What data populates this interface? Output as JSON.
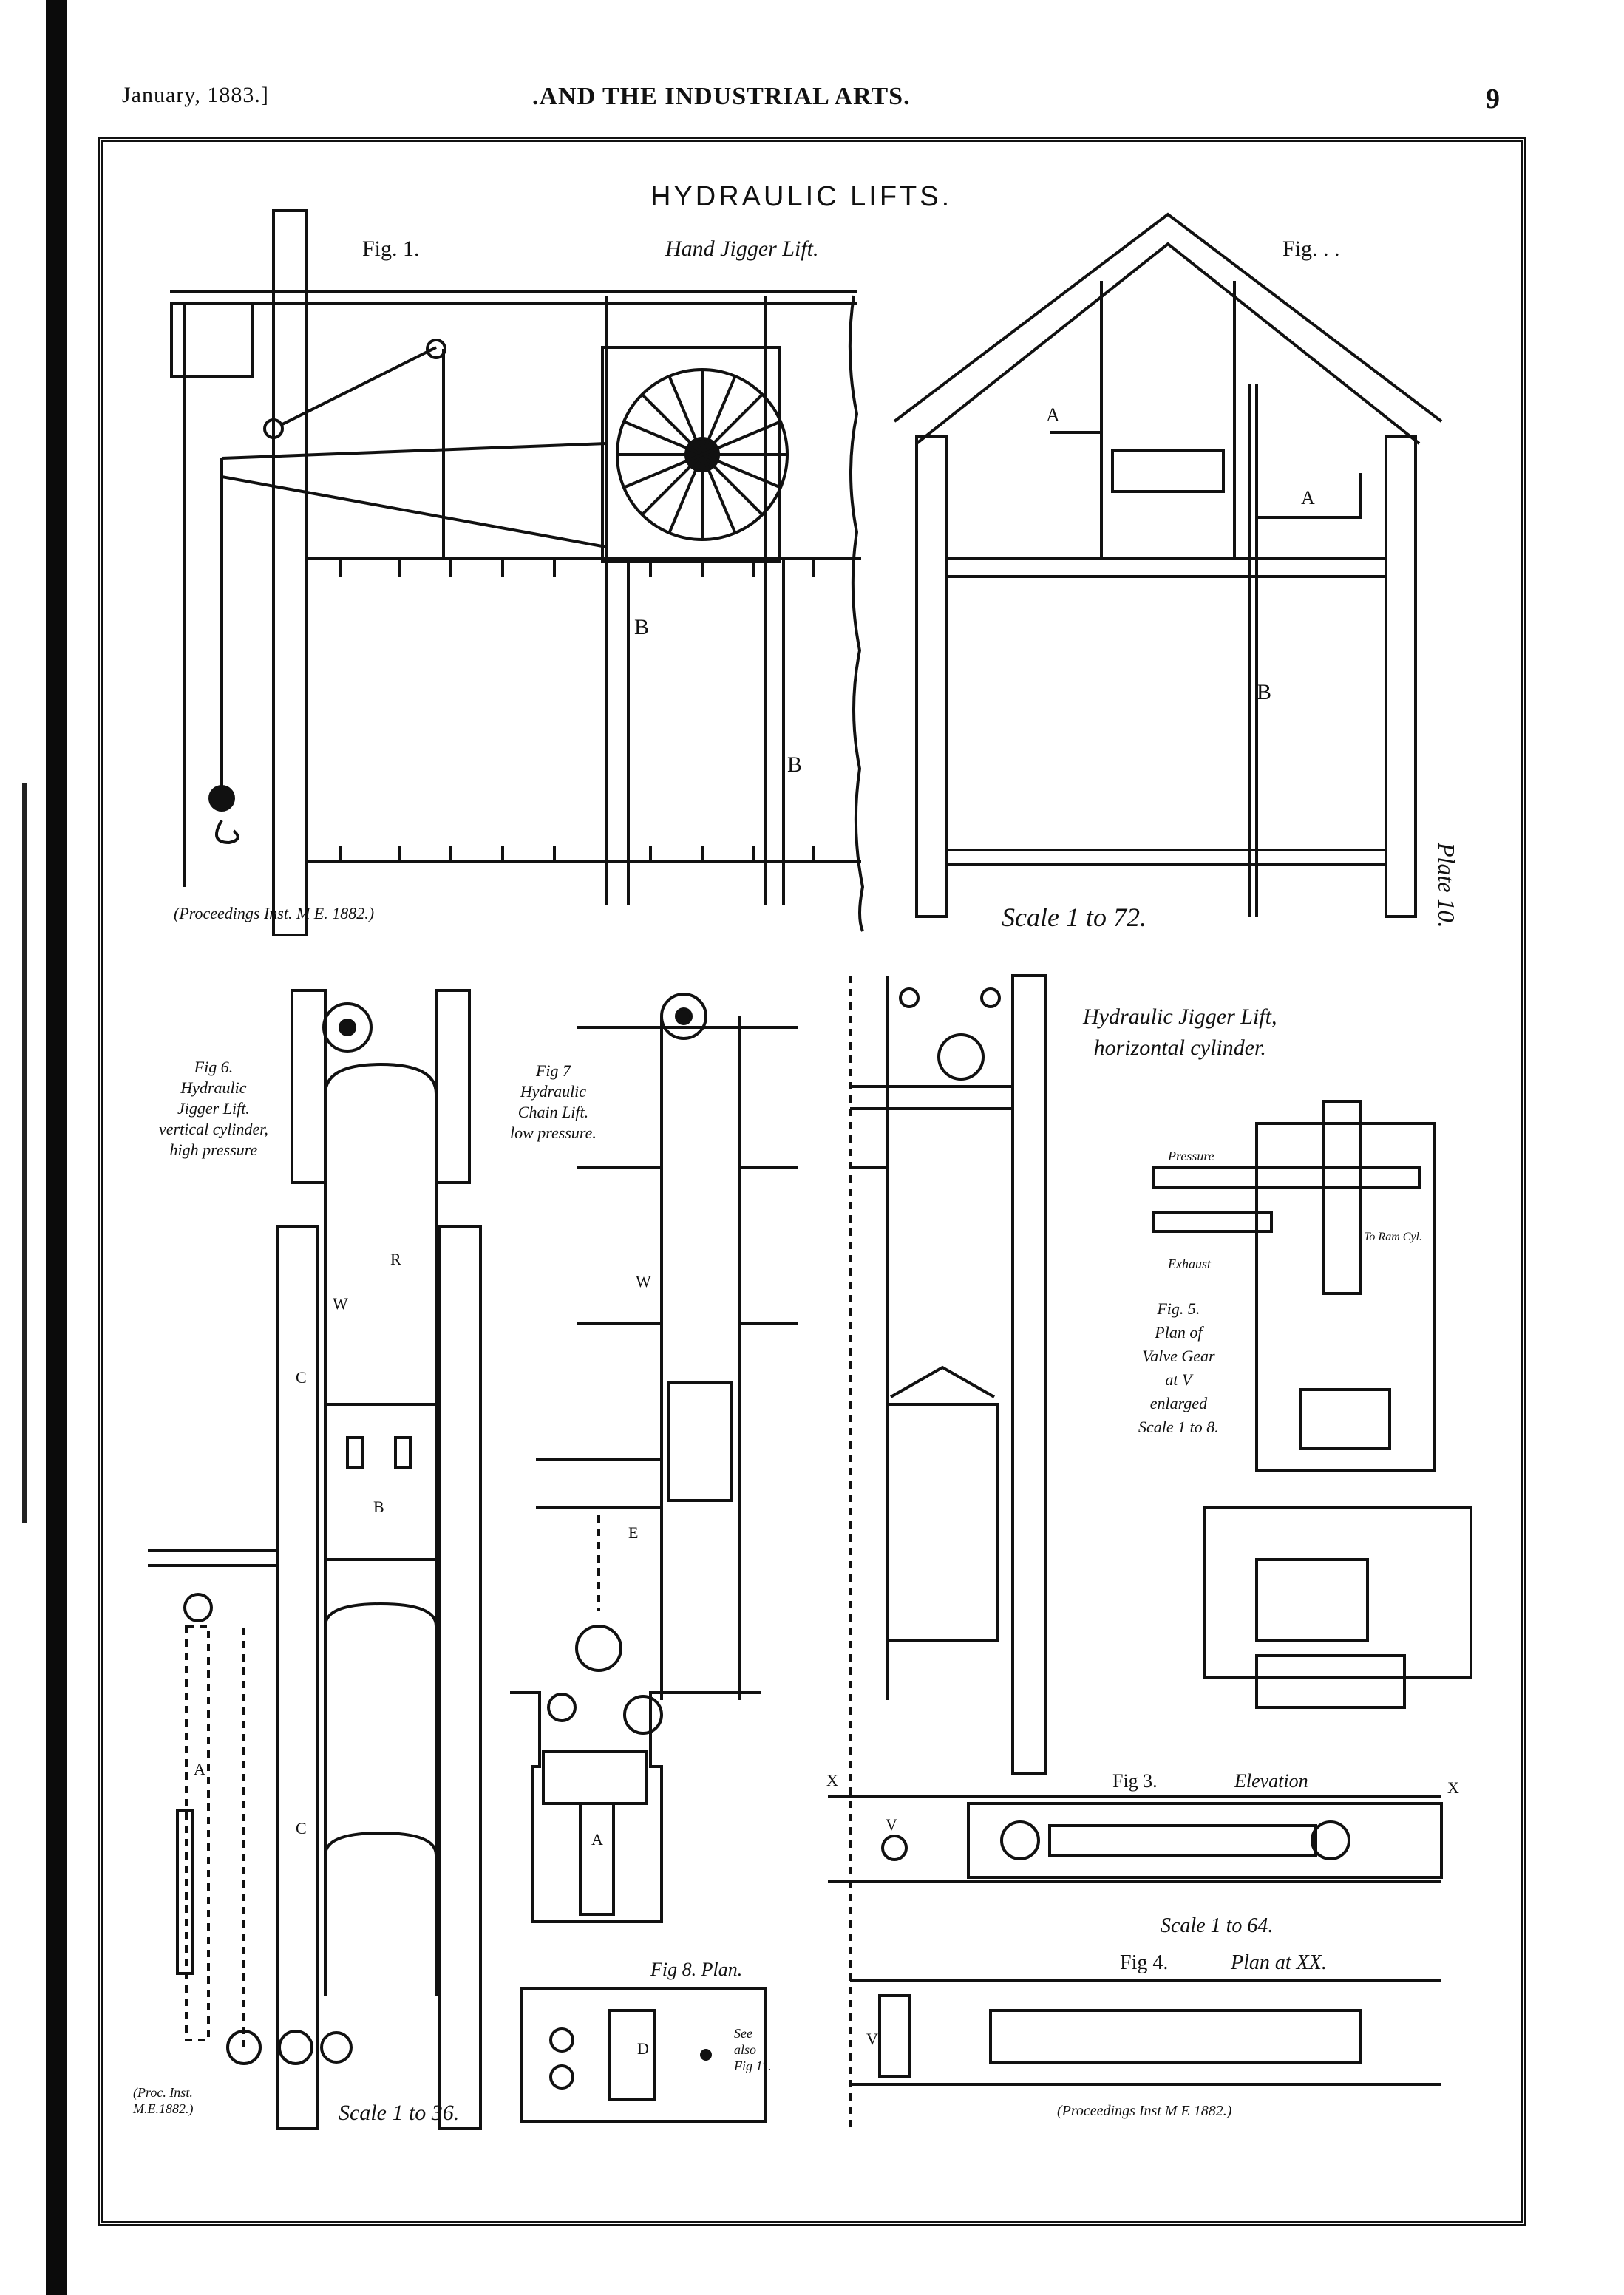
{
  "header": {
    "date": "January, 1883.]",
    "title": ".AND THE INDUSTRIAL ARTS.",
    "page_number": "9"
  },
  "plate": {
    "title": "HYDRAULIC LIFTS.",
    "side_label": "Plate 10.",
    "fig1": {
      "label": "Fig. 1.",
      "caption": "Hand Jigger Lift.",
      "source": "(Proceedings Inst. M E. 1882.)",
      "letters": [
        "B",
        "B"
      ]
    },
    "fig2": {
      "label": "Fig. . .",
      "scale": "Scale 1 to 72.",
      "letters": [
        "A",
        "A",
        "B"
      ]
    },
    "fig6": {
      "caption": "Fig 6.\nHydraulic\nJigger Lift.\nvertical cylinder,\nhigh pressure",
      "source": "(Proc. Inst.\nM.E.1882.)",
      "letters": [
        "R",
        "W",
        "C",
        "B",
        "A",
        "C"
      ]
    },
    "fig7": {
      "caption": "Fig 7\nHydraulic\nChain Lift.\nlow pressure.",
      "scale": "Scale 1 to 36.",
      "letters": [
        "W",
        "E",
        "A"
      ]
    },
    "fig8": {
      "caption": "Fig 8. Plan.",
      "note": "See\nalso\nFig 11.",
      "letters": [
        "D"
      ]
    },
    "jigger_horizontal": {
      "caption": "Hydraulic Jigger Lift,\nhorizontal cylinder."
    },
    "fig5": {
      "caption": "Fig. 5.\nPlan of\nValve Gear\nat V\nenlarged\nScale 1 to 8.",
      "labels": [
        "Pressure",
        "Exhaust",
        "To Ram Cyl."
      ]
    },
    "fig3": {
      "label": "Fig 3.",
      "caption": "Elevation",
      "letters": [
        "X",
        "X",
        "V"
      ],
      "scale": "Scale 1 to 64."
    },
    "fig4": {
      "label": "Fig 4.",
      "caption": "Plan at XX.",
      "letters": [
        "V"
      ],
      "source": "(Proceedings Inst M E 1882.)"
    }
  }
}
